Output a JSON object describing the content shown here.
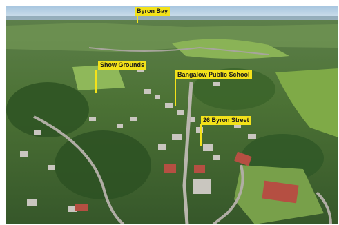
{
  "photo": {
    "description_icon": "aerial-photo",
    "labels": [
      {
        "text": "Byron Bay"
      },
      {
        "text": "Show Grounds"
      },
      {
        "text": "Bangalow Public School"
      },
      {
        "text": "26 Byron Street"
      }
    ],
    "colors": {
      "label_background": "#f3e21a",
      "label_text": "#1a1a1a",
      "sky": "#b9d3e8",
      "vegetation": "#3f6b2c",
      "pasture": "#7fa84b"
    }
  }
}
